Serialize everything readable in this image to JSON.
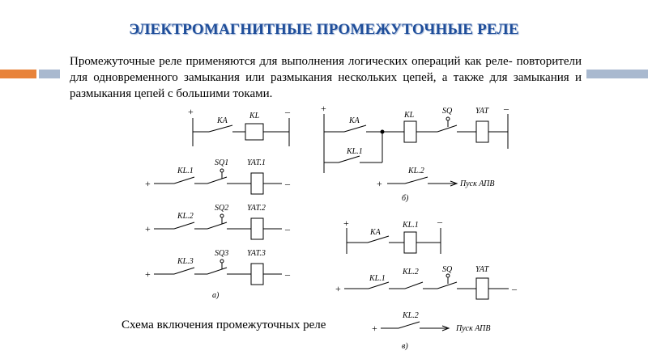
{
  "title": "ЭЛЕКТРОМАГНИТНЫЕ ПРОМЕЖУТОЧНЫЕ РЕЛЕ",
  "intro": "Промежуточные реле применяются для выполнения логических операций как реле- повторители для одновременного замыкания или размыкания нескольких цепей, а также для замыкания и размыкания цепей с большими токами.",
  "caption": "Схема включения промежуточных реле",
  "decor_colors": {
    "accent": "#e8833a",
    "secondary": "#a9b9cf",
    "title": "#1f4e9a"
  },
  "signs": {
    "plus": "+",
    "minus": "–"
  },
  "scheme_a": {
    "label": "а)",
    "ka": "KA",
    "kl": "KL",
    "kl1": "KL.1",
    "sq1": "SQ1",
    "yat1": "YAT.1",
    "kl2": "KL.2",
    "sq2": "SQ2",
    "yat2": "YAT.2",
    "kl3": "KL.3",
    "sq3": "SQ3",
    "yat3": "YAT.3"
  },
  "scheme_b": {
    "label": "б)",
    "ka": "KA",
    "kl": "KL",
    "sq": "SQ",
    "yat": "YAT",
    "kl1": "KL.1",
    "kl2": "KL.2",
    "apv": "Пуск АПВ"
  },
  "scheme_c": {
    "label": "в)",
    "ka": "KA",
    "kl1_coil": "KL.1",
    "kl1": "KL.1",
    "kl2": "KL.2",
    "sq": "SQ",
    "yat": "YAT",
    "kl2_b": "KL.2",
    "apv": "Пуск АПВ"
  }
}
